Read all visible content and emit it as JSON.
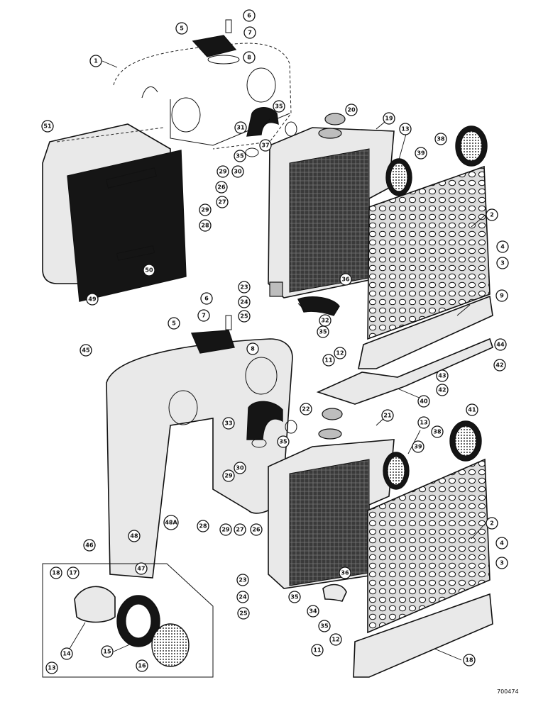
{
  "drawing_number": "700474",
  "callouts": [
    "1",
    "2",
    "3",
    "4",
    "5",
    "6",
    "7",
    "8",
    "9",
    "11",
    "12",
    "13",
    "14",
    "15",
    "16",
    "17",
    "18",
    "19",
    "20",
    "21",
    "22",
    "23",
    "24",
    "25",
    "26",
    "27",
    "28",
    "29",
    "30",
    "31",
    "32",
    "33",
    "34",
    "35",
    "36",
    "37",
    "38",
    "39",
    "40",
    "41",
    "42",
    "43",
    "44",
    "45",
    "46",
    "47",
    "48",
    "48A",
    "49",
    "50",
    "51"
  ]
}
